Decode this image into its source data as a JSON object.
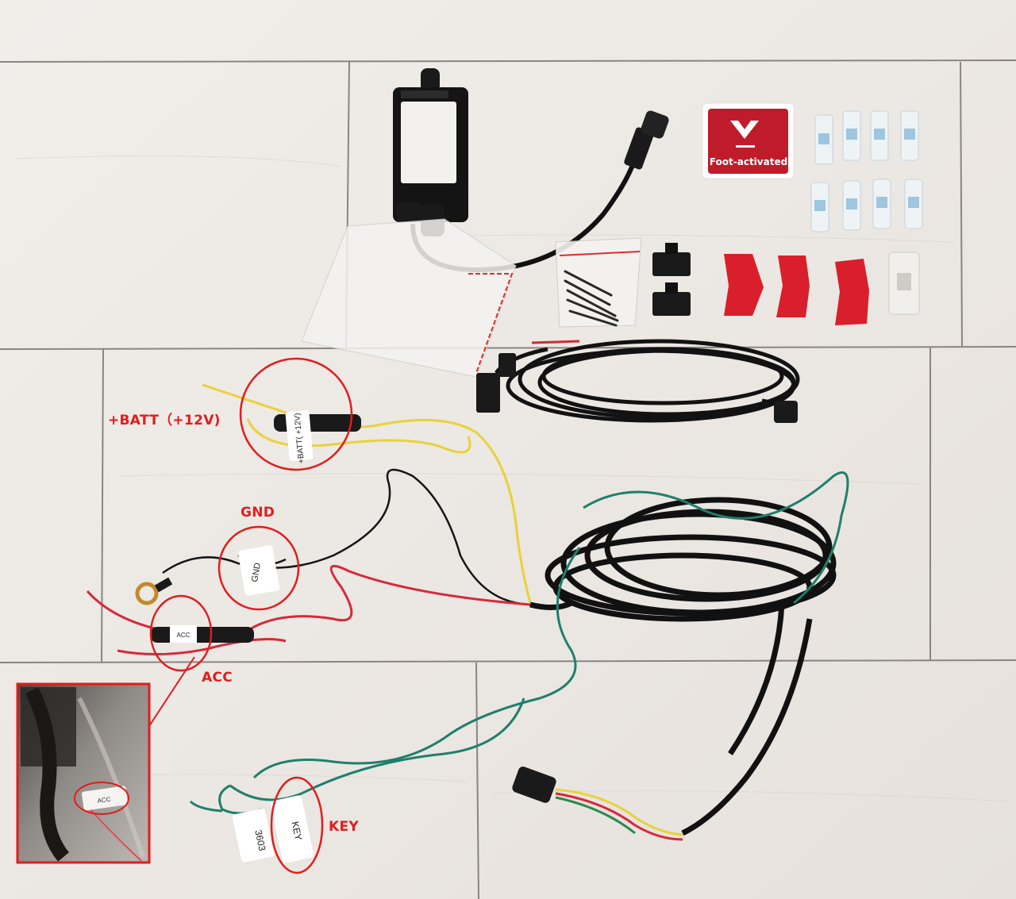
{
  "sticker": {
    "text": "Foot-activated"
  },
  "callouts": {
    "batt": "+BATT（+12V)",
    "gnd": "GND",
    "acc": "ACC",
    "key": "KEY"
  },
  "tags": {
    "batt": "+BATT( +12V)",
    "gnd": "GND",
    "acc": "ACC",
    "acc_inset": "ACC",
    "n3603": "3603",
    "key": "KEY"
  },
  "colors": {
    "floor": "#ece8e4",
    "plank_seam": "#8a8580",
    "callout": "#e11d1d",
    "sticker_red": "#c01b2a",
    "yellow_wire": "#e8d23a",
    "red_wire": "#d8283a",
    "green_wire": "#1f7f6c",
    "clip_red": "#d91f2b"
  }
}
